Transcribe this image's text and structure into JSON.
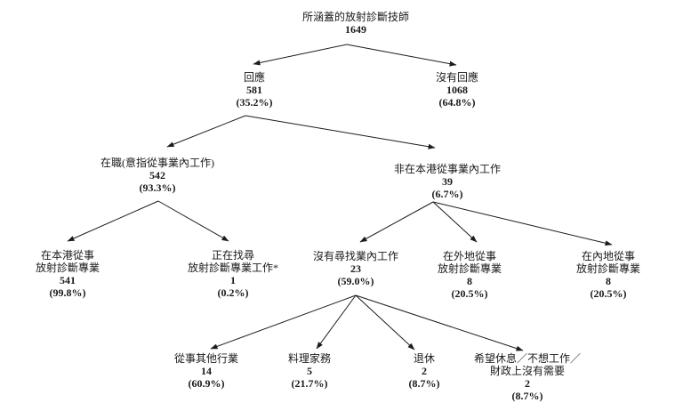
{
  "nodes": {
    "root": {
      "label": "所涵蓋的放射診斷技師",
      "value": "1649"
    },
    "responded": {
      "label": "回應",
      "value": "581",
      "pct": "(35.2%)"
    },
    "no_response": {
      "label": "沒有回應",
      "value": "1068",
      "pct": "(64.8%)"
    },
    "employed": {
      "label": "在職(意指從事業內工作)",
      "value": "542",
      "pct": "(93.3%)"
    },
    "not_in_hk": {
      "label": "非在本港從事業內工作",
      "value": "39",
      "pct": "(6.7%)"
    },
    "in_hk": {
      "label": "在本港從事",
      "label2": "放射診斷專業",
      "value": "541",
      "pct": "(99.8%)"
    },
    "seeking": {
      "label": "正在找尋",
      "label2": "放射診斷專業工作*",
      "value": "1",
      "pct": "(0.2%)"
    },
    "not_seeking": {
      "label": "沒有尋找業內工作",
      "value": "23",
      "pct": "(59.0%)"
    },
    "overseas": {
      "label": "在外地從事",
      "label2": "放射診斷專業",
      "value": "8",
      "pct": "(20.5%)"
    },
    "mainland": {
      "label": "在內地從事",
      "label2": "放射診斷專業",
      "value": "8",
      "pct": "(20.5%)"
    },
    "other_industry": {
      "label": "從事其他行業",
      "value": "14",
      "pct": "(60.9%)"
    },
    "housework": {
      "label": "料理家務",
      "value": "5",
      "pct": "(21.7%)"
    },
    "retired": {
      "label": "退休",
      "value": "2",
      "pct": "(8.7%)"
    },
    "rest": {
      "label": "希望休息／不想工作／",
      "label2": "財政上沒有需要",
      "value": "2",
      "pct": "(8.7%)"
    }
  },
  "structure": {
    "root": [
      "responded",
      "no_response"
    ],
    "responded": [
      "employed",
      "not_in_hk"
    ],
    "employed": [
      "in_hk",
      "seeking"
    ],
    "not_in_hk": [
      "not_seeking",
      "overseas",
      "mainland"
    ],
    "not_seeking": [
      "other_industry",
      "housework",
      "retired",
      "rest"
    ]
  },
  "colors": {
    "line": "#1c1c1c",
    "text": "#1a1a1a",
    "background": "#ffffff"
  }
}
